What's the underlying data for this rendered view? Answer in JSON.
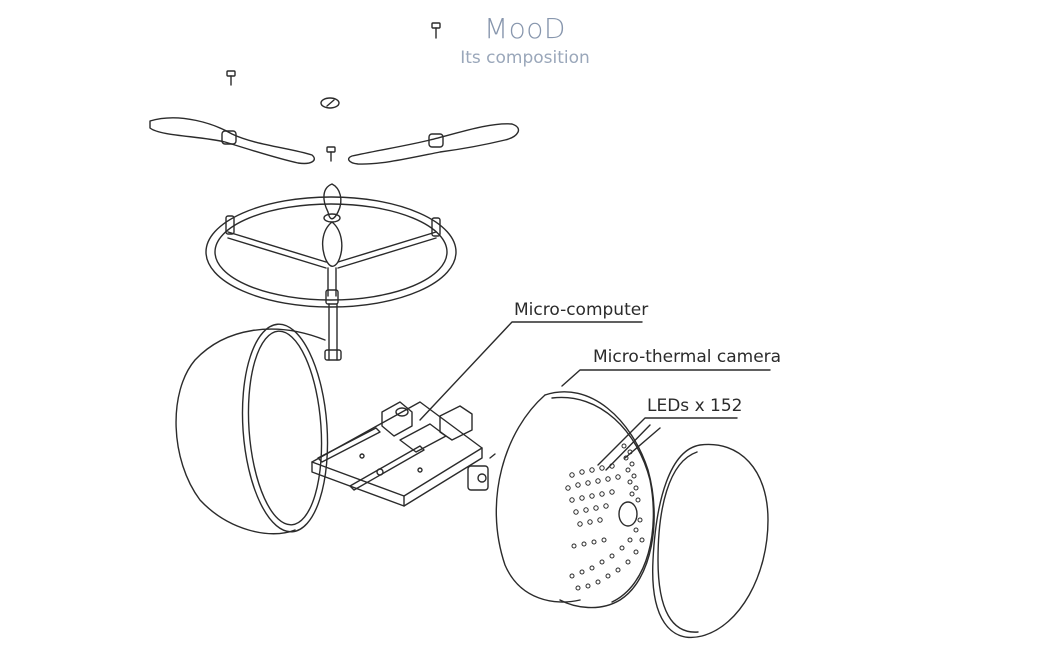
{
  "title": "MooD",
  "subtitle": "Its composition",
  "labels": {
    "micro_computer": "Micro-computer",
    "thermal_camera": "Micro-thermal camera",
    "leds": "LEDs x 152"
  },
  "colors": {
    "title": "#8796ad",
    "subtitle": "#9aa7ba",
    "line": "#2b2b2b"
  }
}
